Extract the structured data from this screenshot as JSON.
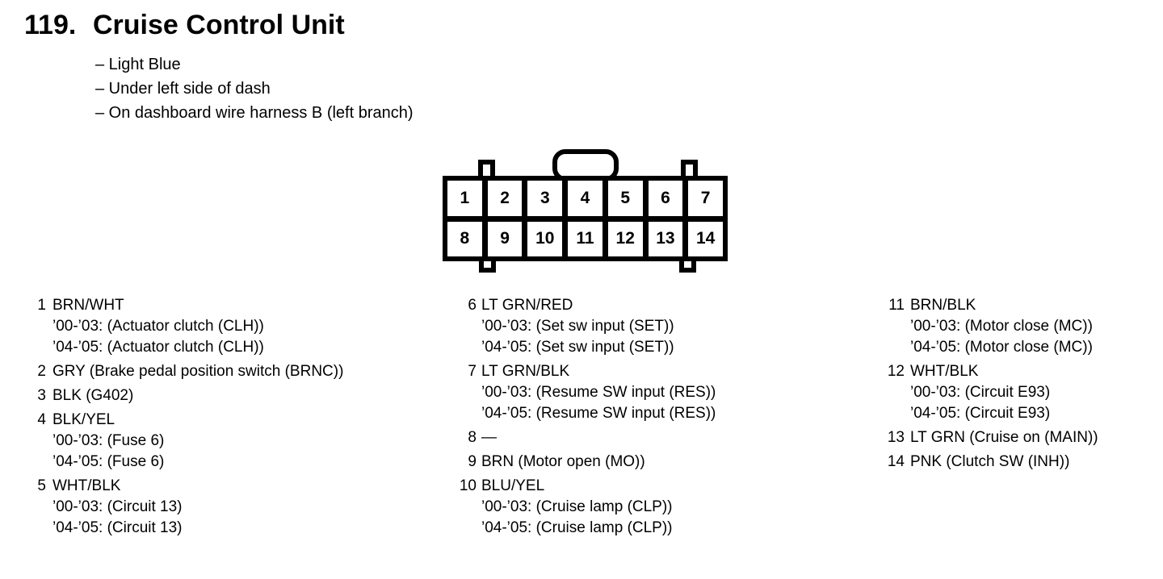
{
  "page": {
    "number": "119.",
    "title": "Cruise Control Unit",
    "notes": [
      "– Light Blue",
      "– Under left side of dash",
      "– On dashboard wire harness B (left branch)"
    ]
  },
  "connector": {
    "description": "14-pin connector, 2 rows",
    "top_row": [
      "1",
      "2",
      "3",
      "4",
      "5",
      "6",
      "7"
    ],
    "bottom_row": [
      "8",
      "9",
      "10",
      "11",
      "12",
      "13",
      "14"
    ]
  },
  "pins": {
    "column1": [
      {
        "num": "1",
        "wire": "BRN/WHT",
        "subs": [
          "’00-’03: (Actuator clutch (CLH))",
          "’04-’05: (Actuator clutch (CLH))"
        ]
      },
      {
        "num": "2",
        "wire": "GRY (Brake pedal position switch (BRNC))",
        "subs": []
      },
      {
        "num": "3",
        "wire": "BLK (G402)",
        "subs": []
      },
      {
        "num": "4",
        "wire": "BLK/YEL",
        "subs": [
          "’00-’03: (Fuse 6)",
          "’04-’05: (Fuse 6)"
        ]
      },
      {
        "num": "5",
        "wire": "WHT/BLK",
        "subs": [
          "’00-’03: (Circuit 13)",
          "’04-’05: (Circuit 13)"
        ]
      }
    ],
    "column2": [
      {
        "num": "6",
        "wire": "LT GRN/RED",
        "subs": [
          "’00-’03: (Set sw input (SET))",
          "’04-’05: (Set sw input (SET))"
        ]
      },
      {
        "num": "7",
        "wire": "LT GRN/BLK",
        "subs": [
          "’00-’03: (Resume SW input (RES))",
          "’04-’05: (Resume SW input (RES))"
        ]
      },
      {
        "num": "8",
        "wire": "—",
        "subs": []
      },
      {
        "num": "9",
        "wire": "BRN (Motor open (MO))",
        "subs": []
      },
      {
        "num": "10",
        "wire": "BLU/YEL",
        "subs": [
          "’00-’03: (Cruise lamp (CLP))",
          "’04-’05: (Cruise lamp (CLP))"
        ]
      }
    ],
    "column3": [
      {
        "num": "11",
        "wire": "BRN/BLK",
        "subs": [
          "’00-’03: (Motor close (MC))",
          "’04-’05: (Motor close (MC))"
        ]
      },
      {
        "num": "12",
        "wire": "WHT/BLK",
        "subs": [
          "’00-’03: (Circuit E93)",
          "’04-’05: (Circuit E93)"
        ]
      },
      {
        "num": "13",
        "wire": "LT GRN (Cruise on (MAIN))",
        "subs": []
      },
      {
        "num": "14",
        "wire": "PNK (Clutch SW (INH))",
        "subs": []
      }
    ]
  },
  "colors": {
    "ink": "#000000",
    "paper": "#ffffff"
  }
}
